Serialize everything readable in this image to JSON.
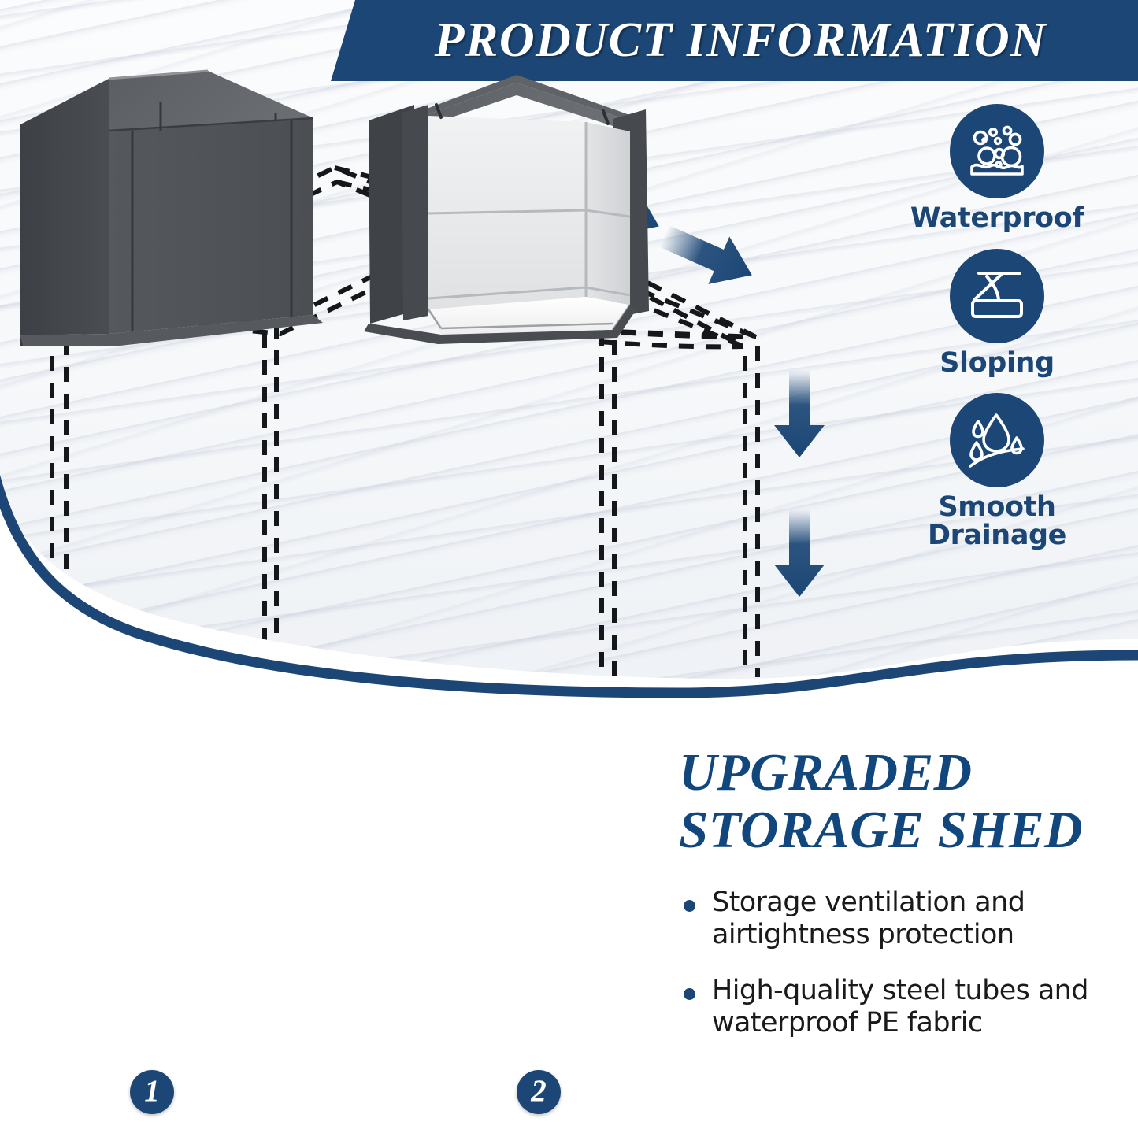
{
  "header": {
    "title": "PRODUCT INFORMATION"
  },
  "colors": {
    "navy": "#1b4675",
    "title_blue": "#12477e",
    "body_text": "#1a1a1a",
    "shed_dark": "#47494c",
    "shed_interior": "#e9eaec",
    "background": "#ffffff"
  },
  "top_section": {
    "diagram_name": "rain-shedding-storage-shed-outline",
    "arrows": [
      {
        "name": "rain-runoff-arrow-1",
        "direction": "diagonal-down-right"
      },
      {
        "name": "rain-runoff-arrow-2",
        "direction": "diagonal-down-right"
      },
      {
        "name": "drainage-arrow-1",
        "direction": "down"
      },
      {
        "name": "drainage-arrow-2",
        "direction": "down"
      }
    ],
    "features": [
      {
        "label": "Waterproof",
        "icon": "water-beads-on-surface-icon"
      },
      {
        "label": "Sloping",
        "icon": "sloped-roof-icon"
      },
      {
        "label": "Smooth\nDrainage",
        "label_line1": "Smooth",
        "label_line2": "Drainage",
        "icon": "water-droplets-runoff-icon"
      }
    ]
  },
  "bottom_section": {
    "title_line_1": "UPGRADED",
    "title_line_2": "STORAGE SHED",
    "bullets": [
      "Storage ventilation and airtightness protection",
      "High-quality steel tubes and waterproof PE fabric"
    ],
    "photos": [
      {
        "badge": "1",
        "alt": "closed-storage-shed-front-view"
      },
      {
        "badge": "2",
        "alt": "open-storage-shed-interior-view"
      }
    ]
  }
}
